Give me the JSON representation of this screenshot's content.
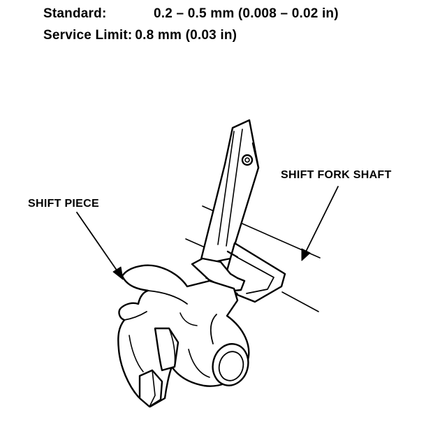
{
  "specs": {
    "standard": {
      "label": "Standard:",
      "value": "0.2 – 0.5 mm (0.008 – 0.02 in)"
    },
    "service_limit": {
      "label": "Service Limit:",
      "value": "0.8 mm (0.03 in)"
    }
  },
  "callouts": {
    "shift_fork_shaft": "SHIFT FORK SHAFT",
    "shift_piece": "SHIFT PIECE"
  }
}
